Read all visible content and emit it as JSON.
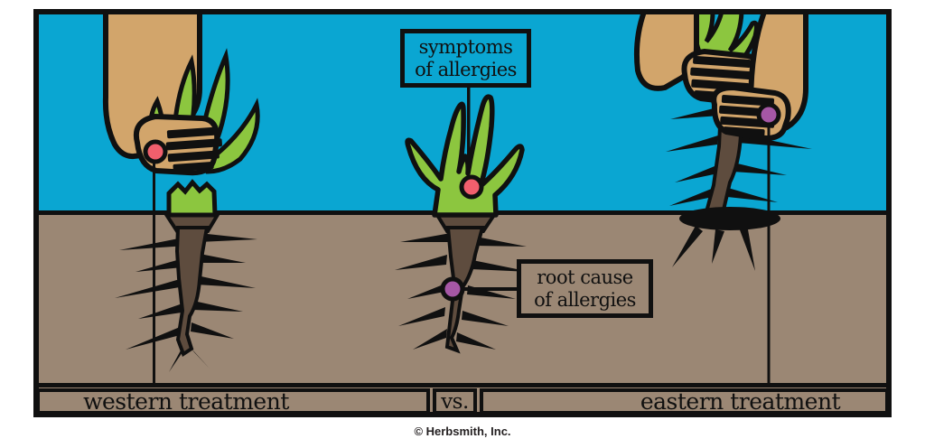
{
  "frame": {
    "sky_color": "#0aa6d2",
    "ground_color": "#9b8774",
    "outline_color": "#101010"
  },
  "plant_colors": {
    "leaf_green": "#8cc63f",
    "root_brown": "#5e4c3e",
    "skin_tan": "#d2a56b"
  },
  "markers": {
    "symptom_dot_color": "#f15f6d",
    "root_dot_color": "#a557a5"
  },
  "labels": {
    "symptoms": {
      "line1": "symptoms",
      "line2": "of allergies"
    },
    "root_cause": {
      "line1": "root cause",
      "line2": "of allergies"
    }
  },
  "comparison_bar": {
    "western": "western treatment",
    "vs": "vs.",
    "eastern": "eastern treatment"
  },
  "footer": {
    "copyright": "© Herbsmith, Inc."
  }
}
